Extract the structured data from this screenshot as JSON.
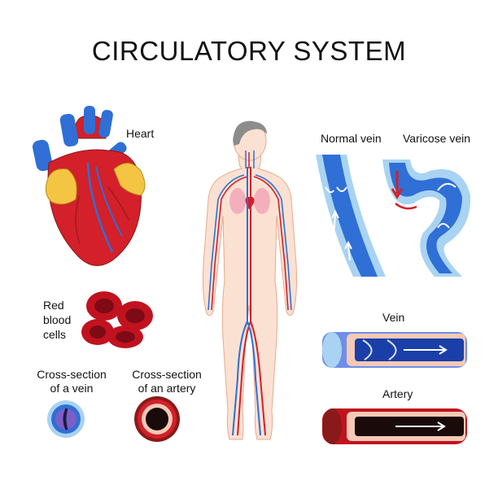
{
  "title": "CIRCULATORY SYSTEM",
  "labels": {
    "heart": "Heart",
    "normal_vein": "Normal vein",
    "varicose_vein": "Varicose vein",
    "rbc_line1": "Red",
    "rbc_line2": "blood",
    "rbc_line3": "cells",
    "cs_vein_line1": "Cross-section",
    "cs_vein_line2": "of a vein",
    "cs_artery_line1": "Cross-section",
    "cs_artery_line2": "of an artery",
    "vein": "Vein",
    "artery": "Artery"
  },
  "colors": {
    "artery_red": "#d3202a",
    "vein_blue": "#2f6fd6",
    "skin": "#fbe1d2",
    "fat_yellow": "#f4c542",
    "hair": "#8c8c8c",
    "pale_blue": "#a9d3f2"
  }
}
